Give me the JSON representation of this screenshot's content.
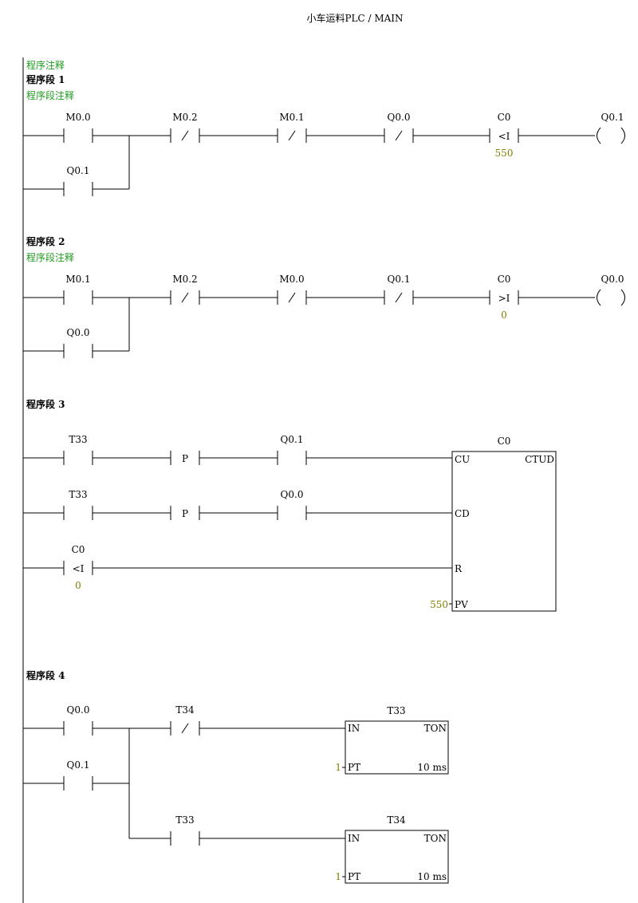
{
  "header": {
    "title": "小车运料PLC  /  MAIN"
  },
  "program_comment": "程序注释",
  "colors": {
    "comment": "#1f9a1f",
    "value": "#808000",
    "line": "#000000"
  },
  "networks": [
    {
      "title": "程序段 1",
      "comment": "程序段注释",
      "main_rung": [
        {
          "name": "M0.0",
          "type": "NO"
        },
        {
          "name": "M0.2",
          "type": "NC"
        },
        {
          "name": "M0.1",
          "type": "NC"
        },
        {
          "name": "Q0.0",
          "type": "NC"
        },
        {
          "name": "C0",
          "type": "CMP",
          "op": "<I",
          "value": "550"
        }
      ],
      "branch": [
        {
          "name": "Q0.1",
          "type": "NO"
        }
      ],
      "coil": {
        "name": "Q0.1"
      }
    },
    {
      "title": "程序段 2",
      "comment": "程序段注释",
      "main_rung": [
        {
          "name": "M0.1",
          "type": "NO"
        },
        {
          "name": "M0.2",
          "type": "NC"
        },
        {
          "name": "M0.0",
          "type": "NC"
        },
        {
          "name": "Q0.1",
          "type": "NC"
        },
        {
          "name": "C0",
          "type": "CMP",
          "op": ">I",
          "value": "0"
        }
      ],
      "branch": [
        {
          "name": "Q0.0",
          "type": "NO"
        }
      ],
      "coil": {
        "name": "Q0.0"
      }
    },
    {
      "title": "程序段 3",
      "rows": [
        [
          {
            "name": "T33",
            "type": "NO"
          },
          {
            "type": "P",
            "label": "P"
          },
          {
            "name": "Q0.1",
            "type": "NO"
          }
        ],
        [
          {
            "name": "T33",
            "type": "NO"
          },
          {
            "type": "P",
            "label": "P"
          },
          {
            "name": "Q0.0",
            "type": "NO"
          }
        ],
        [
          {
            "name": "C0",
            "type": "CMP",
            "op": "<I",
            "value": "0"
          }
        ]
      ],
      "box": {
        "name": "C0",
        "type": "CTUD",
        "pins": [
          "CU",
          "CD",
          "R",
          "PV"
        ],
        "pv": "550"
      }
    },
    {
      "title": "程序段 4",
      "branch1": [
        {
          "name": "Q0.0",
          "type": "NO"
        },
        {
          "name": "Q0.1",
          "type": "NO"
        }
      ],
      "rung1": {
        "contact": {
          "name": "T34",
          "type": "NC"
        },
        "box": {
          "name": "T33",
          "type": "TON",
          "pins": [
            "IN",
            "PT"
          ],
          "pt": "1",
          "unit": "10 ms"
        }
      },
      "rung2": {
        "contact": {
          "name": "T33",
          "type": "NO"
        },
        "box": {
          "name": "T34",
          "type": "TON",
          "pins": [
            "IN",
            "PT"
          ],
          "pt": "1",
          "unit": "10 ms"
        }
      }
    }
  ]
}
